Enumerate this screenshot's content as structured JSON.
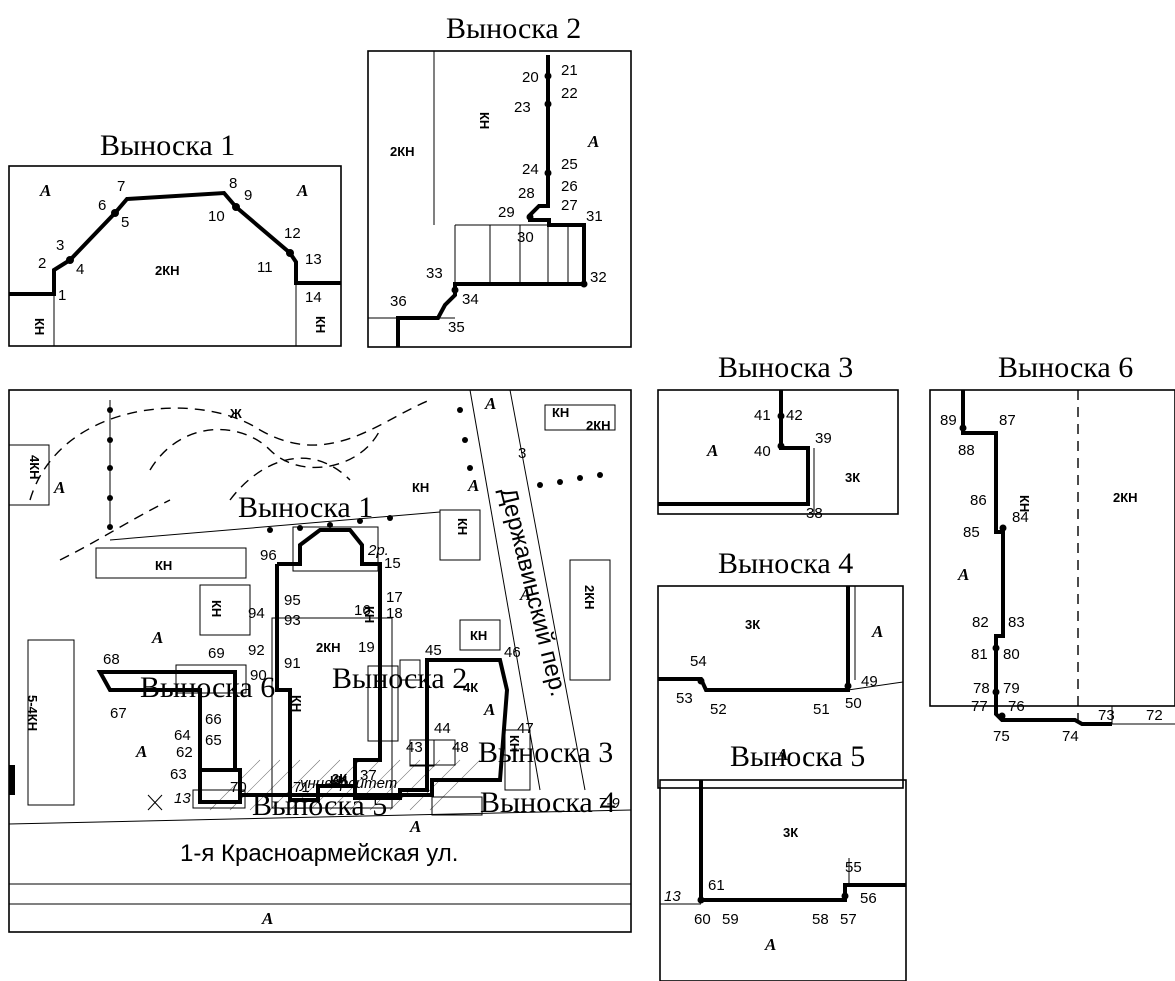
{
  "callouts": {
    "c1": {
      "title": "Выноска 1",
      "points": [
        "1",
        "2",
        "3",
        "4",
        "5",
        "6",
        "7",
        "8",
        "9",
        "10",
        "11",
        "12",
        "13",
        "14"
      ],
      "zones": [
        "A",
        "A",
        "2КН",
        "КН",
        "КН"
      ]
    },
    "c2": {
      "title": "Выноска 2",
      "points": [
        "20",
        "21",
        "22",
        "23",
        "24",
        "25",
        "26",
        "27",
        "28",
        "29",
        "30",
        "31",
        "32",
        "33",
        "34",
        "35",
        "36"
      ],
      "zones": [
        "2КН",
        "КН",
        "A"
      ]
    },
    "c3": {
      "title": "Выноска 3",
      "points": [
        "41",
        "42",
        "40",
        "39",
        "38"
      ],
      "zones": [
        "A",
        "3К"
      ]
    },
    "c4": {
      "title": "Выноска 4",
      "points": [
        "54",
        "53",
        "52",
        "51",
        "50",
        "49"
      ],
      "zones": [
        "3К",
        "A",
        "A"
      ]
    },
    "c5": {
      "title": "Выноска 5",
      "points": [
        "55",
        "56",
        "57",
        "58",
        "59",
        "60",
        "61"
      ],
      "zones": [
        "3К",
        "A"
      ],
      "side_label": "13"
    },
    "c6": {
      "title": "Выноска 6",
      "points": [
        "89",
        "87",
        "88",
        "86",
        "84",
        "85",
        "82",
        "83",
        "81",
        "80",
        "78",
        "79",
        "77",
        "76",
        "75",
        "74",
        "73",
        "72"
      ],
      "zones": [
        "КН",
        "2КН",
        "A"
      ]
    }
  },
  "main_map": {
    "street": "1-я Красноармейская ул.",
    "side_street": "Державинский пер.",
    "callout_refs": [
      "Выноска 1",
      "Выноска 2",
      "Выноска 3",
      "Выноска 4",
      "Выноска 5",
      "Выноска 6"
    ],
    "building_note": "университет",
    "points": [
      "15",
      "16",
      "17",
      "18",
      "19",
      "37",
      "43",
      "44",
      "45",
      "46",
      "47",
      "48",
      "62",
      "63",
      "64",
      "65",
      "66",
      "67",
      "68",
      "69",
      "70",
      "71",
      "90",
      "91",
      "92",
      "93",
      "94",
      "95",
      "96"
    ],
    "zones": [
      "4КН",
      "КН",
      "2КН",
      "КН",
      "КН",
      "КН",
      "КН",
      "2КН",
      "3К",
      "4К",
      "5-4КН",
      "A",
      "A",
      "A",
      "A",
      "A",
      "A",
      "A",
      "A",
      "A",
      "2КН",
      "КН",
      "КН",
      "КН",
      "КН",
      "КН"
    ],
    "misc": [
      "2р.",
      "7-9",
      "13",
      "3",
      "Ж"
    ]
  }
}
